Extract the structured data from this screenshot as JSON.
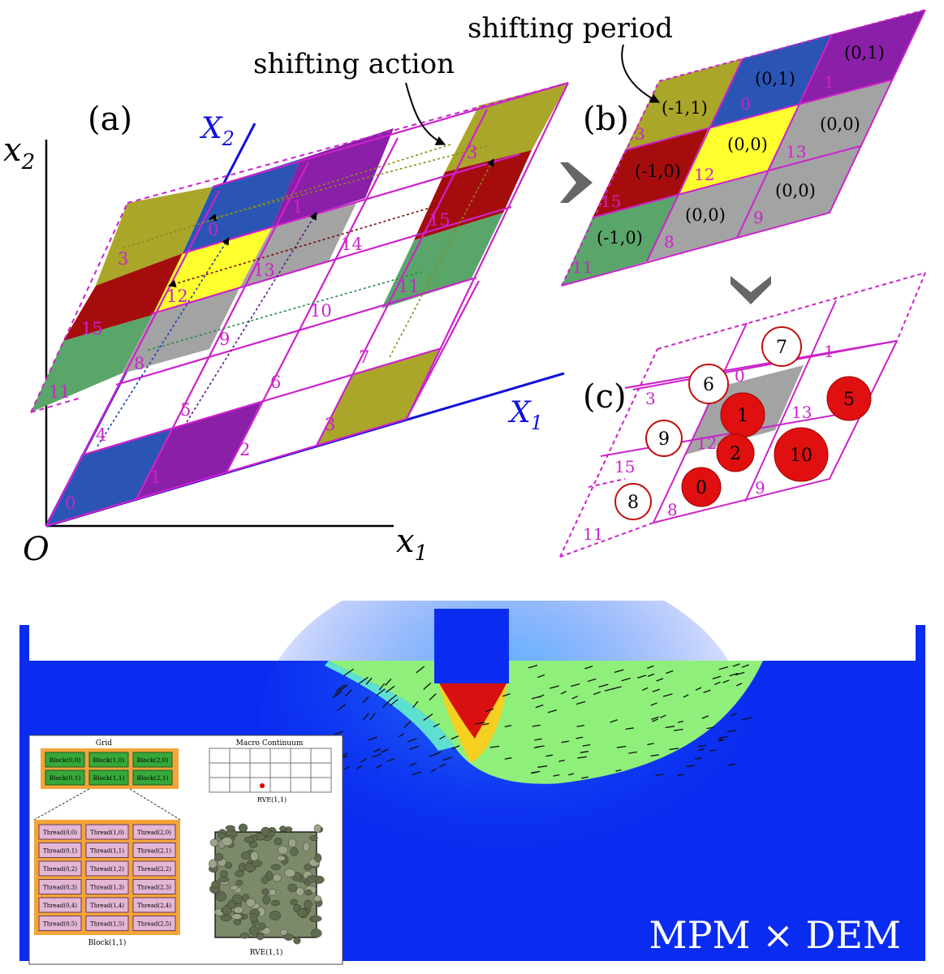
{
  "panel_labels": {
    "a": "(a)",
    "b": "(b)",
    "c": "(c)"
  },
  "axes": {
    "x1": "x",
    "x1_sub": "1",
    "x2": "x",
    "x2_sub": "2",
    "X1": "X",
    "X1_sub": "1",
    "X2": "X",
    "X2_sub": "2",
    "origin": "O"
  },
  "annotations": {
    "shifting_action": "shifting action",
    "shifting_period": "shifting period"
  },
  "colors": {
    "magenta": "#cc22cc",
    "olive": "#a9a62a",
    "blue": "#2b55b5",
    "purple": "#8a1fa8",
    "darkred": "#a50d0d",
    "yellow": "#ffff2e",
    "gray": "#a3a3a3",
    "green": "#5aa56a",
    "red": "#e01010",
    "sim_blue": "#0a2cf0"
  },
  "grid_a_numbers": [
    "0",
    "1",
    "2",
    "3",
    "4",
    "5",
    "6",
    "7",
    "8",
    "9",
    "10",
    "11",
    "12",
    "13",
    "14",
    "15"
  ],
  "grid_a_shifted_numbers": [
    "0",
    "1",
    "3",
    "8",
    "11",
    "12",
    "13",
    "15",
    "3"
  ],
  "panel_b": {
    "period_labels": [
      "(0,1)",
      "(0,1)",
      "(-1,1)",
      "(0,0)",
      "(0,0)",
      "(-1,0)",
      "(0,0)",
      "(0,0)",
      "(-1,0)"
    ],
    "cell_numbers": [
      "1",
      "0",
      "3",
      "13",
      "12",
      "15",
      "9",
      "8",
      "11"
    ]
  },
  "panel_c": {
    "cell_numbers": [
      "0",
      "1",
      "3",
      "13",
      "12",
      "15",
      "9",
      "8",
      "11"
    ],
    "particles_open": [
      "7",
      "6",
      "9",
      "8"
    ],
    "particles_filled": [
      "1",
      "2",
      "0",
      "5",
      "10"
    ]
  },
  "simulation": {
    "label": "MPM × DEM",
    "inset": {
      "grid_title": "Grid",
      "blocks": [
        "Block(0,0)",
        "Block(1,0)",
        "Block(2,0)",
        "Block(0,1)",
        "Block(1,1)",
        "Block(2,1)"
      ],
      "threads": [
        "Thread(0,0)",
        "Thread(1,0)",
        "Thread(2,0)",
        "Thread(0,1)",
        "Thread(1,1)",
        "Thread(2,1)",
        "Thread(0,2)",
        "Thread(1,2)",
        "Thread(2,2)",
        "Thread(0,3)",
        "Thread(1,3)",
        "Thread(2,3)",
        "Thread(0,4)",
        "Thread(1,4)",
        "Thread(2,4)",
        "Thread(0,5)",
        "Thread(1,5)",
        "Thread(2,5)"
      ],
      "block_caption": "Block(1,1)",
      "macro_title": "Macro Continuum",
      "rve_label": "RVE(1,1)",
      "rve_caption": "RVE(1,1)"
    }
  }
}
